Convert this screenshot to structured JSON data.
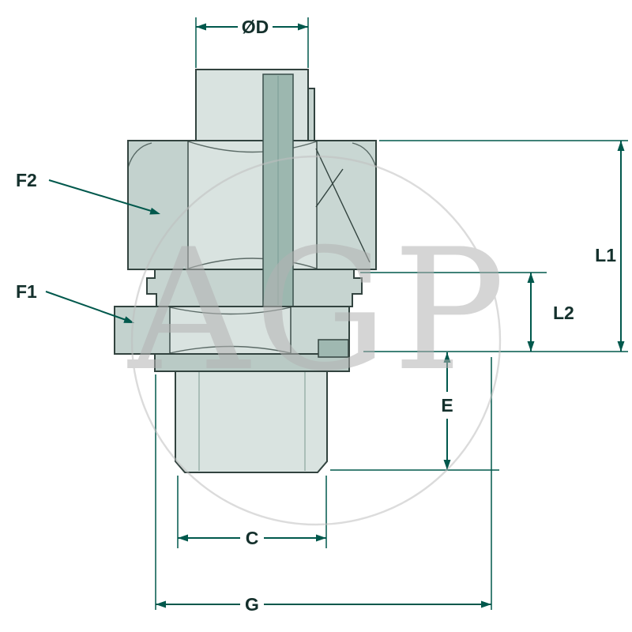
{
  "watermark": {
    "text": "AGP"
  },
  "labels": {
    "od": "ØD",
    "f2": "F2",
    "f1": "F1",
    "l1": "L1",
    "l2": "L2",
    "e": "E",
    "c": "C",
    "g": "G"
  },
  "colors": {
    "dimension_line": "#00584c",
    "label_text": "#14302c",
    "part_outline": "#32433f",
    "part_fill_light": "#d9e3e0",
    "part_fill_mid": "#c6d4d0",
    "part_fill_side": "#c3d2ce",
    "part_fill_section": "#9cb7af",
    "watermark_gray": "#d9d9d9",
    "background": "#ffffff"
  }
}
